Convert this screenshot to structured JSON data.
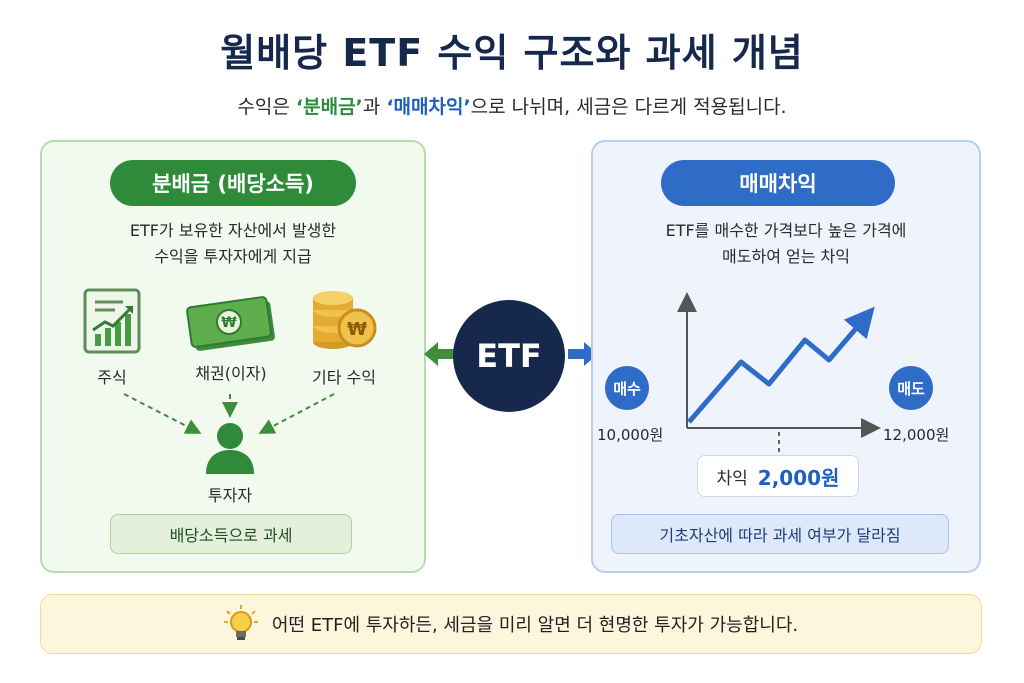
{
  "title": "월배당 ETF 수익 구조와 과세 개념",
  "subtitle": {
    "part1": "수익은 ",
    "term1": "‘분배금’",
    "part2": "과 ",
    "term2": "‘매매차익’",
    "part3": "으로 나뉘며, 세금은 다르게 적용됩니다."
  },
  "left_panel": {
    "heading": "분배금 (배당소득)",
    "desc_line1": "ETF가 보유한 자산에서 발생한",
    "desc_line2": "수익을 투자자에게 지급",
    "sources": [
      {
        "label": "주식",
        "icon": "stock-chart-icon"
      },
      {
        "label": "채권(이자)",
        "icon": "cash-bills-icon"
      },
      {
        "label": "기타 수익",
        "icon": "coin-stack-icon"
      }
    ],
    "investor_label": "투자자",
    "tax_note": "배당소득으로 과세"
  },
  "center": {
    "label": "ETF"
  },
  "right_panel": {
    "heading": "매매차익",
    "desc_line1": "ETF를 매수한 가격보다 높은 가격에",
    "desc_line2": "매도하여 얻는 차익",
    "buy_label": "매수",
    "buy_price": "10,000원",
    "sell_label": "매도",
    "sell_price": "12,000원",
    "profit_label": "차익",
    "profit_amount": "2,000원",
    "tax_note": "기초자산에 따라 과세 여부가 달라짐"
  },
  "footer": {
    "text": "어떤 ETF에 투자하든, 세금을 미리 알면 더 현명한 투자가 가능합니다."
  },
  "colors": {
    "navy": "#16294d",
    "green": "#2f8a3a",
    "blue": "#2e6cc8",
    "gold": "#e0a82e"
  }
}
